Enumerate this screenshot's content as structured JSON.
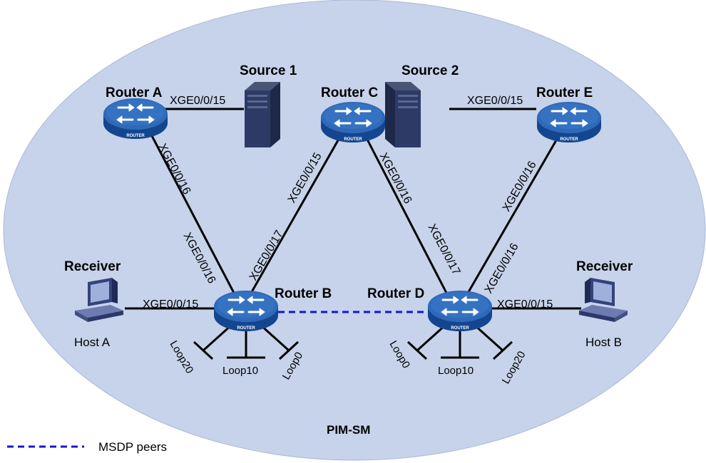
{
  "domain_label": "PIM-SM",
  "legend": {
    "label": "MSDP peers"
  },
  "colors": {
    "domain_fill": "#c6d3ea",
    "router_top": "#2f69b9",
    "router_side": "#13468f",
    "msdp_line": "#1515d6"
  },
  "devices": {
    "router_a": {
      "label": "Router A",
      "badge": "ROUTER"
    },
    "router_b": {
      "label": "Router B",
      "badge": "ROUTER"
    },
    "router_c": {
      "label": "Router C",
      "badge": "ROUTER"
    },
    "router_d": {
      "label": "Router D",
      "badge": "ROUTER"
    },
    "router_e": {
      "label": "Router E",
      "badge": "ROUTER"
    },
    "source1": {
      "label": "Source 1",
      "icon": "server-icon"
    },
    "source2": {
      "label": "Source 2",
      "icon": "server-icon"
    },
    "host_a": {
      "role": "Receiver",
      "label": "Host A",
      "icon": "pc-icon"
    },
    "host_b": {
      "role": "Receiver",
      "label": "Host B",
      "icon": "pc-icon"
    }
  },
  "interfaces": {
    "a_source1": "XGE0/0/15",
    "a_b_at_a": "XGE0/0/16",
    "a_b_at_b": "XGE0/0/16",
    "b_c_at_b": "XGE0/0/17",
    "b_c_at_c": "XGE0/0/15",
    "c_d_at_c": "XGE0/0/16",
    "c_d_at_d": "XGE0/0/17",
    "e_d_at_e": "XGE0/0/16",
    "e_d_at_d": "XGE0/0/16",
    "e_source2": "XGE0/0/15",
    "b_host_a": "XGE0/0/15",
    "d_host_b": "XGE0/0/15"
  },
  "loopbacks": {
    "b": [
      "Loop20",
      "Loop10",
      "Loop0"
    ],
    "d": [
      "Loop0",
      "Loop10",
      "Loop20"
    ]
  }
}
